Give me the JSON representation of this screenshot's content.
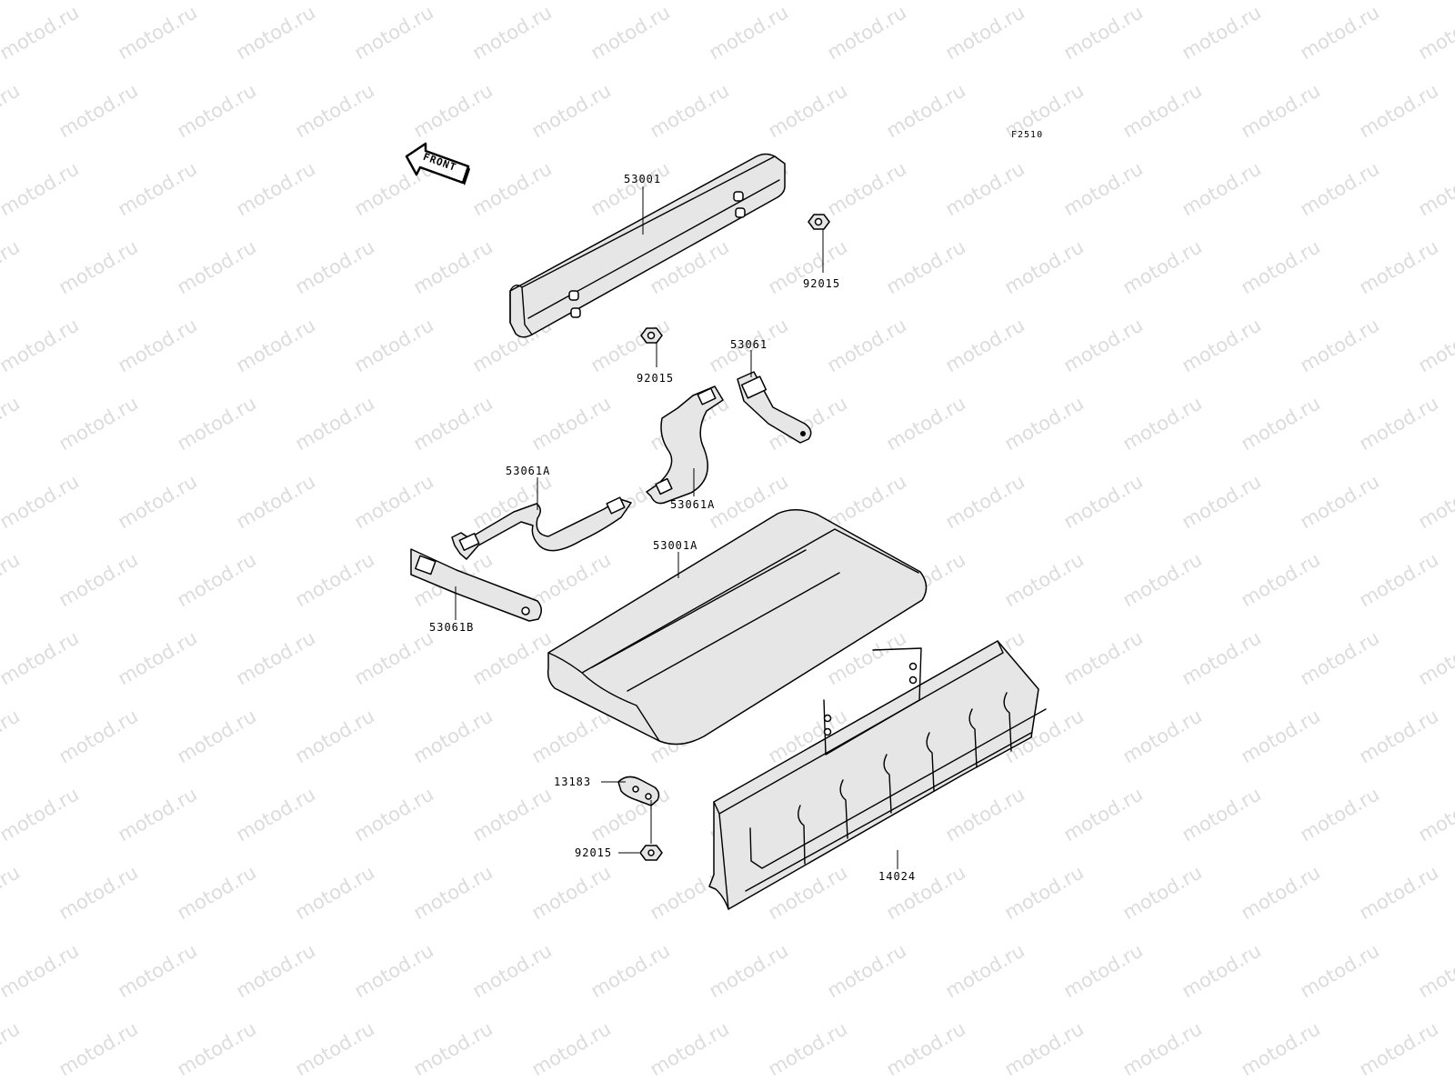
{
  "figure": {
    "id_code": "F2510",
    "front_label": "FRONT",
    "watermark_text": "motod.ru"
  },
  "callouts": [
    {
      "id": "53001",
      "name": "label-53001"
    },
    {
      "id": "92015",
      "name": "label-92015-top-right"
    },
    {
      "id": "92015",
      "name": "label-92015-center"
    },
    {
      "id": "53061",
      "name": "label-53061"
    },
    {
      "id": "53061A",
      "name": "label-53061A-left"
    },
    {
      "id": "53061A",
      "name": "label-53061A-right"
    },
    {
      "id": "53001A",
      "name": "label-53001A"
    },
    {
      "id": "53061B",
      "name": "label-53061B"
    },
    {
      "id": "13183",
      "name": "label-13183"
    },
    {
      "id": "92015",
      "name": "label-92015-bottom"
    },
    {
      "id": "14024",
      "name": "label-14024"
    }
  ],
  "colors": {
    "part_fill": "#e6e6e6",
    "outline": "#000000",
    "watermark": "#dcdcdc",
    "background": "#ffffff"
  }
}
